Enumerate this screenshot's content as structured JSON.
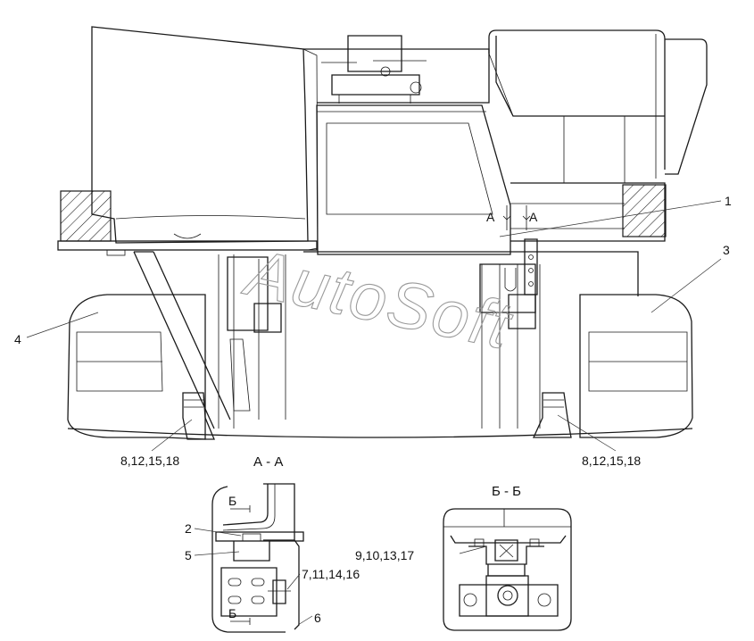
{
  "watermark": "AutoSoft",
  "section_titles": {
    "aa": "А - А",
    "bb": "Б - Б"
  },
  "callouts": {
    "c1": "1",
    "c2": "2",
    "c3": "3",
    "c4": "4",
    "c5": "5",
    "c6": "6",
    "c8_left": "8,12,15,18",
    "c8_right": "8,12,15,18",
    "c9": "9,10,13,17",
    "c7": "7,11,14,16"
  },
  "cut_marks": {
    "a_left": "А",
    "a_right": "А",
    "b_top": "Б",
    "b_bottom": "Б"
  }
}
